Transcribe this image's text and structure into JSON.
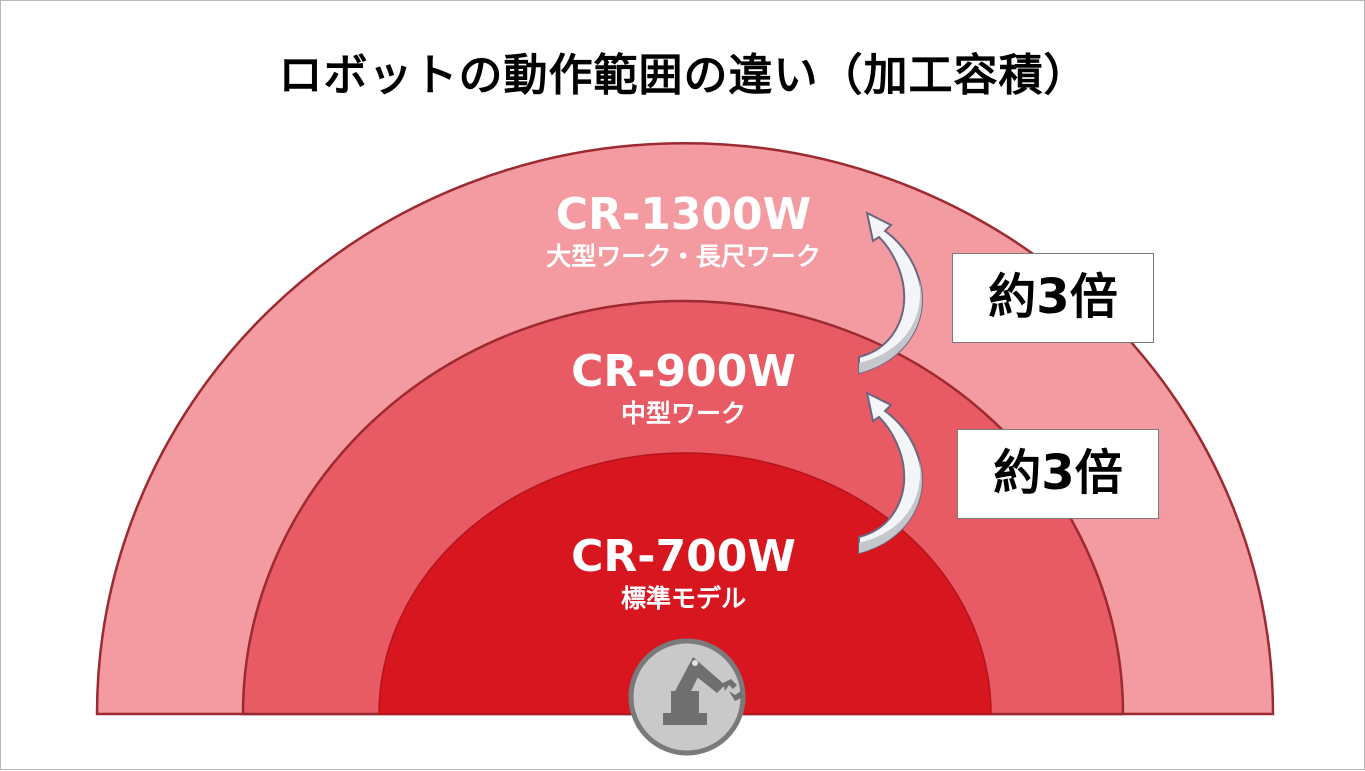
{
  "title": "ロボットの動作範囲の違い（加工容積）",
  "models": [
    {
      "name": "CR-1300W",
      "description": "大型ワーク・長尺ワーク",
      "color": "#f39ba0"
    },
    {
      "name": "CR-900W",
      "description": "中型ワーク",
      "color": "#e85a64"
    },
    {
      "name": "CR-700W",
      "description": "標準モデル",
      "color": "#d8161f"
    }
  ],
  "ratios": [
    {
      "label": "約3倍",
      "from": "CR-900W",
      "to": "CR-1300W"
    },
    {
      "label": "約3倍",
      "from": "CR-700W",
      "to": "CR-900W"
    }
  ],
  "icons": {
    "robot": "robot-arm-icon",
    "arrow": "curved-arrow-icon"
  },
  "colors": {
    "outline": "#9c2a30",
    "icon_bg": "#c9c9c9",
    "icon_fg": "#6f6f6f",
    "arrow_fill": "#f4f5f8",
    "arrow_stroke": "#6a6680"
  }
}
